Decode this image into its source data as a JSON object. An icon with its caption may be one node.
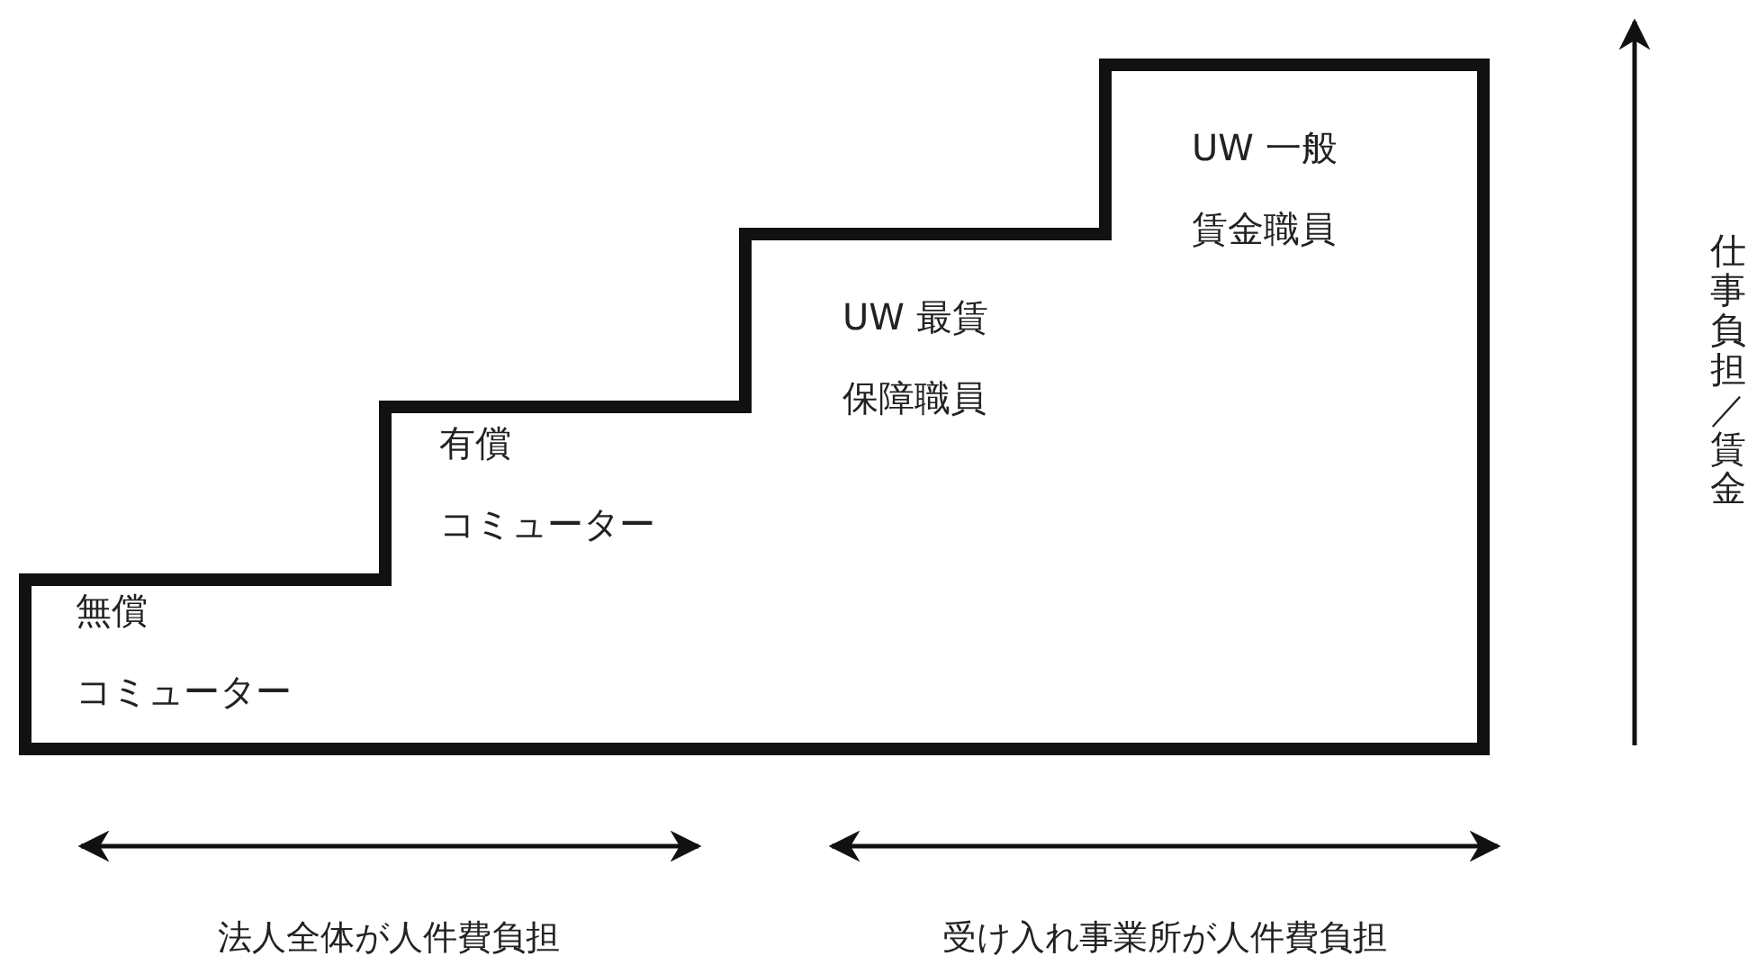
{
  "diagram": {
    "nodes": [
      {
        "text": [
          "無償コミューター",
          "有償コミューター",
          "UW 最賃保障職員",
          "UW 一般賃金職員"
        ]
      }
    ],
    "labels": [
      "法人全体が人件費負担",
      "受け入れ事業所が人件費負担",
      "仕事負担／賃金"
    ]
  }
}
